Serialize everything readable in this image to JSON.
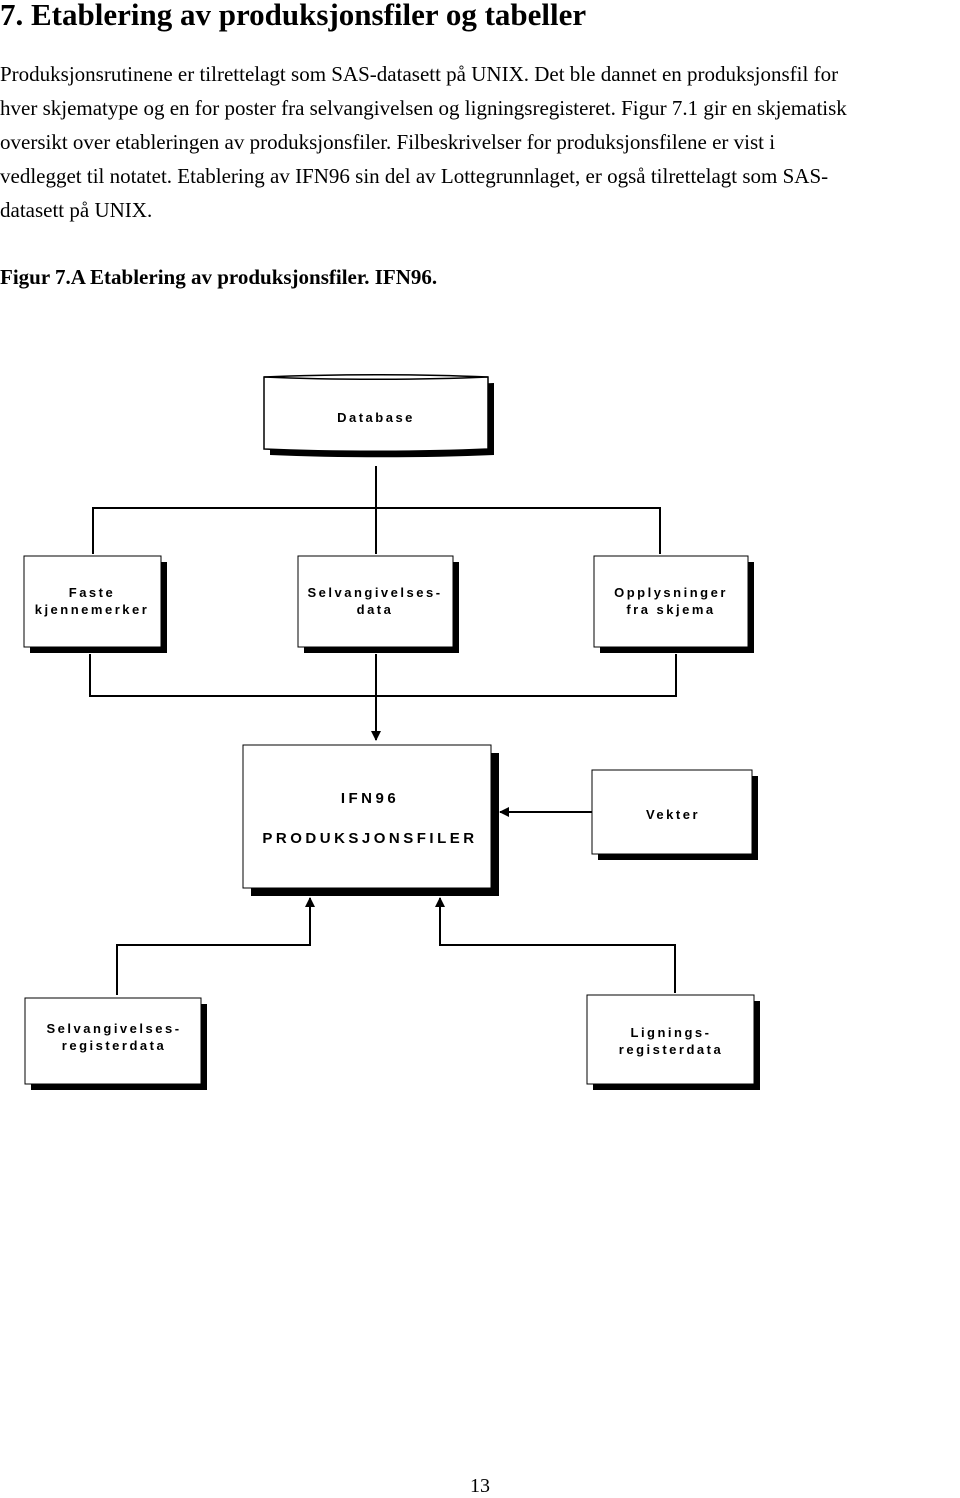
{
  "section": {
    "heading": "7. Etablering av produksjonsfiler og tabeller",
    "paragraph_lines": [
      "Produksjonsrutinene er tilrettelagt som SAS-datasett på UNIX. Det ble dannet en produksjonsfil for",
      "hver skjematype og en for poster fra selvangivelsen og ligningsregisteret. Figur 7.1 gir en skjematisk",
      "oversikt over etableringen av produksjonsfiler. Filbeskrivelser for produksjonsfilene er vist i",
      "vedlegget til notatet. Etablering av IFN96 sin del av Lottegrunnlaget, er også tilrettelagt som SAS-",
      "datasett på UNIX."
    ]
  },
  "figure": {
    "caption": "Figur 7.A Etablering av produksjonsfiler. IFN96.",
    "database": {
      "label": "Database"
    },
    "faste": {
      "line1": "Faste",
      "line2": "kjennemerker"
    },
    "selvangivelsesdata": {
      "line1": "Selvangivelses-",
      "line2": "data"
    },
    "opplysninger": {
      "line1": "Opplysninger",
      "line2": "fra skjema"
    },
    "ifn96": {
      "line1": "IFN96",
      "line2": "PRODUKSJONSFILER"
    },
    "vekter": {
      "label": "Vekter"
    },
    "selvangivelsesregisterdata": {
      "line1": "Selvangivelses-",
      "line2": "registerdata"
    },
    "ligningsregisterdata": {
      "line1": "Lignings-",
      "line2": "registerdata"
    }
  },
  "page": {
    "number": "13"
  }
}
